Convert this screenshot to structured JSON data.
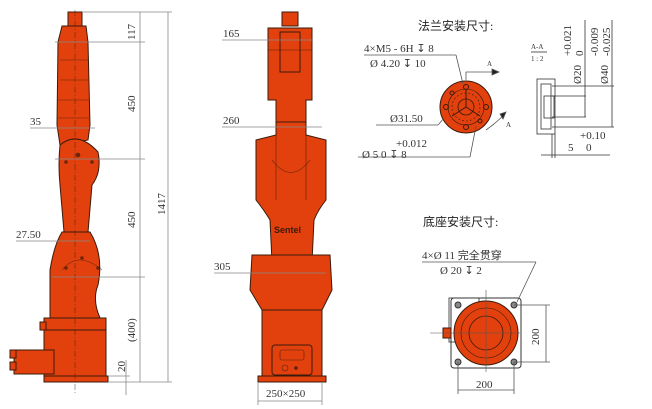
{
  "colors": {
    "robot_body": "#e2410e",
    "robot_outline": "#3a1a0a",
    "dimension_line": "#888888",
    "text": "#333333",
    "background": "#ffffff"
  },
  "side_view": {
    "dims_vertical": {
      "wrist": "117",
      "upper_arm": "450",
      "lower_arm": "450",
      "base_height": "(400)",
      "base_plate": "20",
      "total": "1417"
    },
    "dims_horizontal": {
      "arm_width_upper": "35",
      "arm_width_lower": "27.50"
    }
  },
  "front_view": {
    "dims": {
      "wrist_width": "165",
      "shoulder_width": "260",
      "base_width": "305",
      "footprint": "250×250"
    },
    "brand_logo": "Sentel"
  },
  "flange": {
    "title": "法兰安装尺寸:",
    "thread_spec_line1": "4×M5 - 6H ↧ 8",
    "thread_spec_line2": "Ø 4.20 ↧ 10",
    "pcd": "Ø31.50",
    "pin_tol": "+0.012",
    "pin_spec": "Ø 5    0      ↧ 8",
    "section_marker": "A",
    "section": {
      "label": "A-A",
      "scale": "1 : 2",
      "d20_tol_upper": "+0.021",
      "d20_tol_lower": "0",
      "d20": "Ø20",
      "d40_tol_upper": "-0.009",
      "d40_tol_lower": "-0.025",
      "d40": "Ø40",
      "depth_tol": "+0.10",
      "depth": "5",
      "depth_tol_lower": "0"
    }
  },
  "base": {
    "title": "底座安装尺寸:",
    "hole_spec_line1": "4×Ø 11 完全贯穿",
    "hole_spec_line2": "Ø 20 ↧ 2",
    "width": "200",
    "depth": "200"
  }
}
